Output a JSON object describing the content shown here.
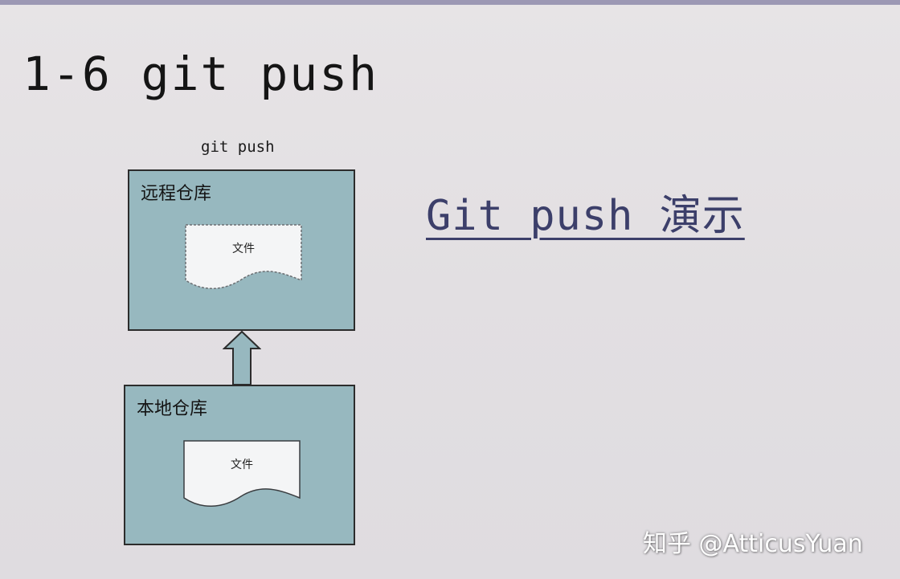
{
  "slide": {
    "title": "1-6 git push"
  },
  "diagram": {
    "command_label": "git push",
    "remote_repo": {
      "label": "远程仓库",
      "file_label": "文件"
    },
    "local_repo": {
      "label": "本地仓库",
      "file_label": "文件"
    }
  },
  "demo_link": {
    "text": "Git push 演示",
    "color": "#3c3f6a"
  },
  "watermark": {
    "text": "知乎 @AtticusYuan"
  },
  "colors": {
    "repo_fill": "#97b8bf",
    "file_fill": "#f4f5f6",
    "background": "#e2dfe2"
  }
}
